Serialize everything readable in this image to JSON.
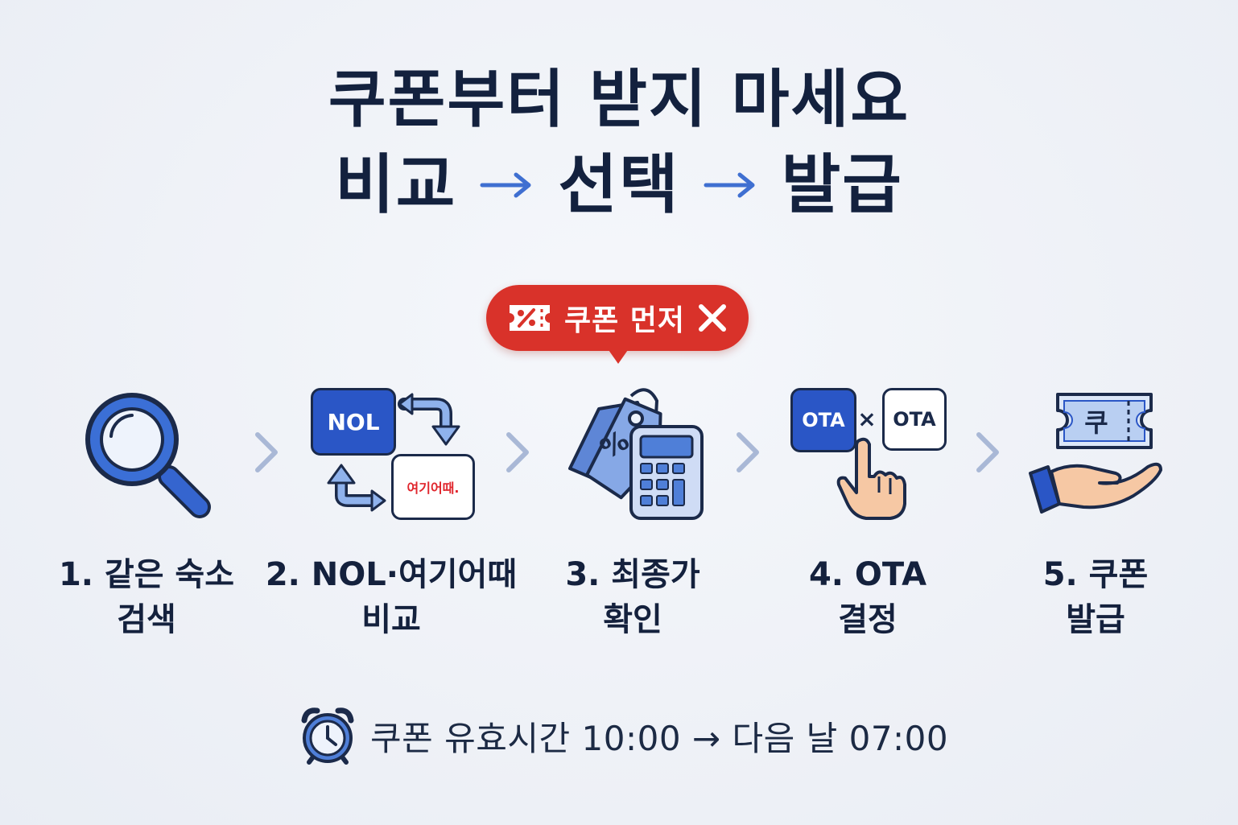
{
  "title": {
    "line1": "쿠폰부터 받지 마세요",
    "words": [
      "비교",
      "선택",
      "발급"
    ]
  },
  "badge": {
    "text": "쿠폰 먼저",
    "icon": "discount-ticket-icon",
    "mark_icon": "x-icon"
  },
  "steps": [
    {
      "line1": "1. 같은 숙소",
      "line2": "검색",
      "icon": "magnifier-icon"
    },
    {
      "line1": "2. NOL·여기어때",
      "line2": "비교",
      "icon": "compare-swap-icon",
      "logo_a": "NOL",
      "logo_b": "여기어때."
    },
    {
      "line1": "3. 최종가",
      "line2": "확인",
      "icon": "price-tag-calculator-icon"
    },
    {
      "line1": "4. OTA",
      "line2": "결정",
      "icon": "select-hand-icon",
      "option_a": "OTA",
      "times": "×",
      "option_b": "OTA"
    },
    {
      "line1": "5. 쿠폰",
      "line2": "발급",
      "icon": "coupon-hand-icon",
      "coupon_text": "쿠"
    }
  ],
  "footer": {
    "text": "쿠폰 유효시간 10:00 → 다음 날 07:00",
    "icon": "alarm-clock-icon"
  },
  "colors": {
    "navy": "#13213e",
    "blue": "#2a56c6",
    "light_blue": "#8fb2ec",
    "red": "#d9322a",
    "chevron": "#a9b8d6",
    "background": "#eef1f7"
  }
}
